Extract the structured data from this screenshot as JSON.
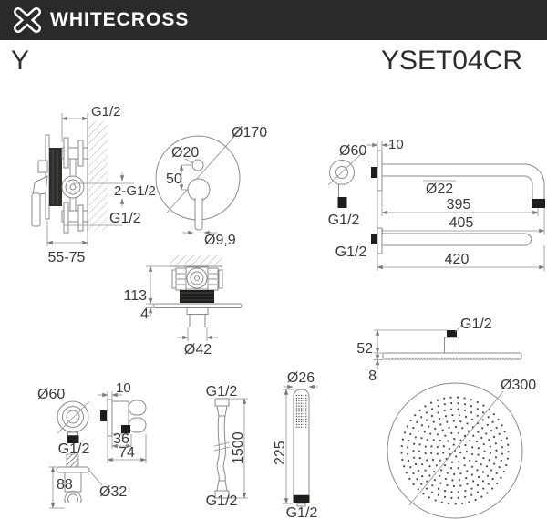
{
  "header": {
    "brand": "WHITECROSS",
    "logo_icon": "whitecross-x-icon",
    "bg_color": "#2b2a29"
  },
  "titles": {
    "series": "Y",
    "model": "YSET04CR"
  },
  "colors": {
    "line": "#8a8a8a",
    "text": "#3a3a3a",
    "dark_fill": "#1d1d1b",
    "background": "#ffffff"
  },
  "drawings": {
    "mixer_side": {
      "thread_top": "G1/2",
      "threads_mid": "2-G1/2",
      "thread_bottom": "G1/2",
      "mount_depth_range": "55-75"
    },
    "mixer_face": {
      "plate_diameter": "Ø170",
      "diverter_diameter": "Ø20",
      "center_distance": "50",
      "lever_diameter": "Ø9,9"
    },
    "shower_arm": {
      "flange_diameter": "Ø60",
      "flange_depth": "10",
      "tube_diameter": "Ø22",
      "length_to_bend": "395",
      "length_overall": "405",
      "thread": "G1/2",
      "straight_arm_thread": "G1/2",
      "straight_arm_length": "420"
    },
    "mixer_section": {
      "body_depth": "113",
      "plate_thickness": "4",
      "handle_diameter": "Ø42"
    },
    "head_side": {
      "thread": "G1/2",
      "height": "52",
      "edge_thickness": "8"
    },
    "head_top": {
      "diameter": "Ø300"
    },
    "wall_outlet": {
      "flange_diameter": "Ø60",
      "flange_depth": "10",
      "thread": "G1/2",
      "holder_depth": "36",
      "total_depth": "74",
      "height": "88",
      "plate_diameter": "Ø32"
    },
    "hose": {
      "thread_top": "G1/2",
      "length": "1500",
      "thread_bottom": "G1/2"
    },
    "hand_shower": {
      "diameter": "Ø26",
      "length": "225",
      "thread": "G1/2"
    }
  }
}
